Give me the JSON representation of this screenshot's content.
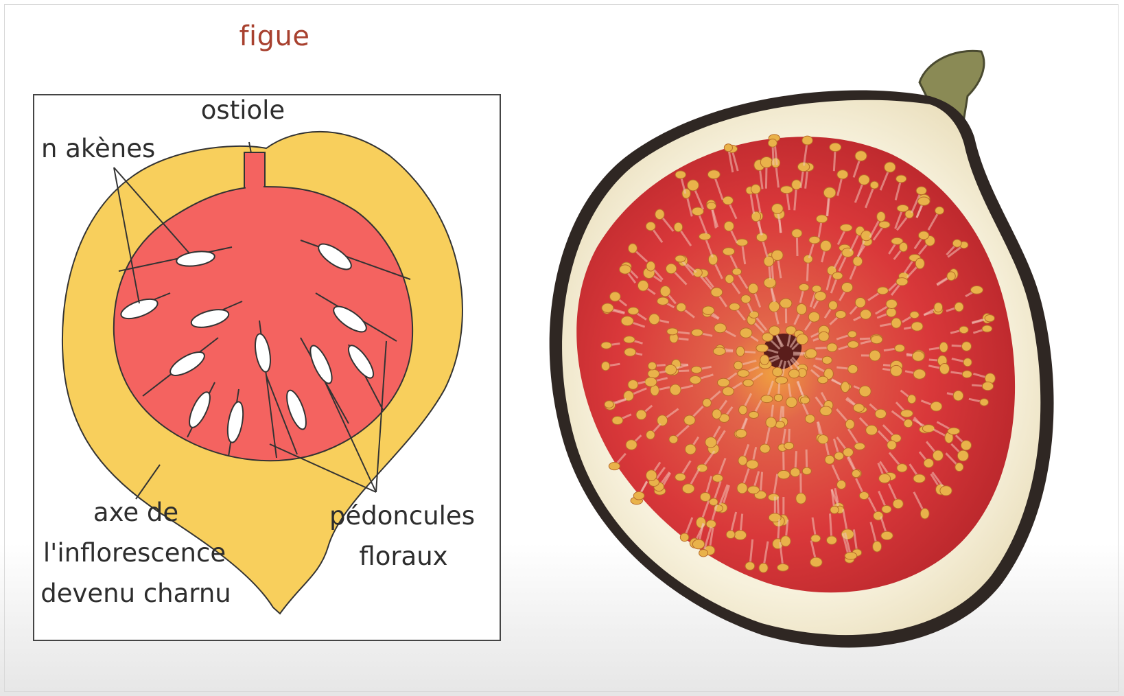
{
  "title": "figue",
  "diagram": {
    "labels": {
      "ostiole": "ostiole",
      "akenes": "n akènes",
      "axe_line1": "axe de",
      "axe_line2": "l'inflorescence",
      "axe_line3": "devenu charnu",
      "pedoncules_line1": "pédoncules",
      "pedoncules_line2": "floraux"
    }
  },
  "colors": {
    "receptacle": "#f8cf5c",
    "inflorescence_cavity": "#f46360",
    "title": "#a8412f",
    "fig_skin": "#2f2723",
    "fig_flesh": "#f6f0d9",
    "fig_pulp": "#d9383a"
  }
}
